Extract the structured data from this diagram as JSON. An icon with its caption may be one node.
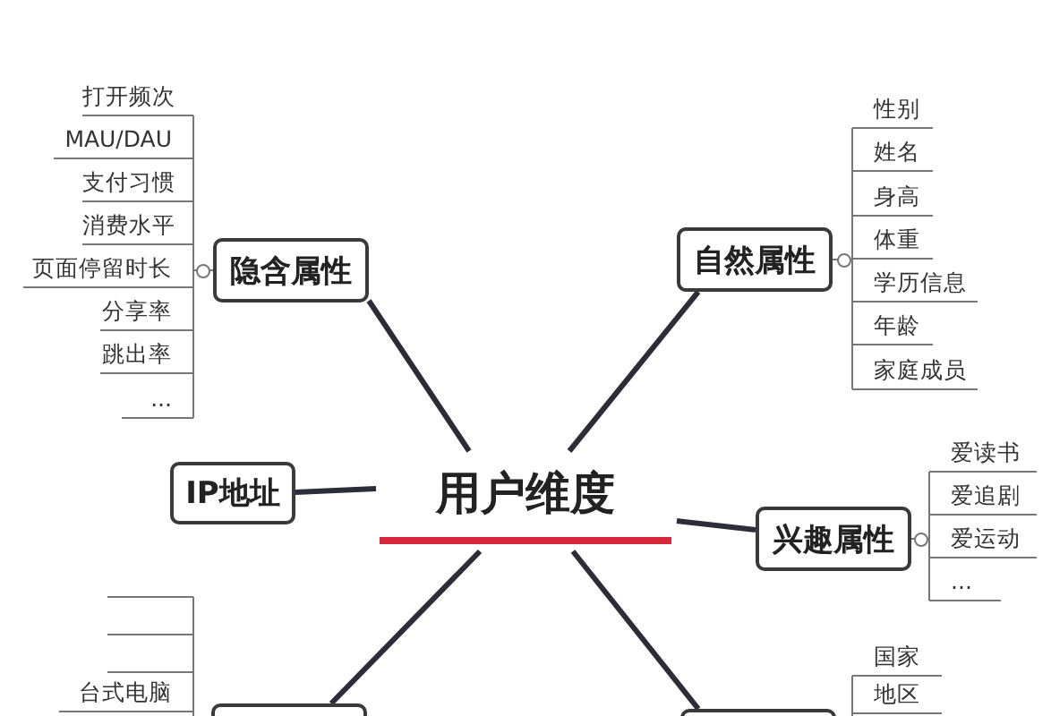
{
  "diagram": {
    "nodes": [
      {
        "text": [
          "用户维度"
        ]
      },
      {
        "text": [
          "隐含属性"
        ]
      },
      {
        "text": [
          "自然属性"
        ]
      },
      {
        "text": [
          "IP地址"
        ]
      },
      {
        "text": [
          "兴趣属性"
        ]
      },
      {
        "text": [],
        "shape": "box"
      },
      {
        "text": [],
        "shape": "box"
      },
      {
        "text": [
          "打开频次"
        ]
      },
      {
        "text": [
          "MAU/DAU"
        ]
      },
      {
        "text": [
          "支付习惯"
        ]
      },
      {
        "text": [
          "消费水平"
        ]
      },
      {
        "text": [
          "页面停留时长"
        ]
      },
      {
        "text": [
          "分享率"
        ]
      },
      {
        "text": [
          "跳出率"
        ]
      },
      {
        "text": [
          "..."
        ]
      },
      {
        "text": [
          "性别"
        ]
      },
      {
        "text": [
          "姓名"
        ]
      },
      {
        "text": [
          "身高"
        ]
      },
      {
        "text": [
          "体重"
        ]
      },
      {
        "text": [
          "学历信息"
        ]
      },
      {
        "text": [
          "年龄"
        ]
      },
      {
        "text": [
          "家庭成员"
        ]
      },
      {
        "text": [
          "爱读书"
        ]
      },
      {
        "text": [
          "爱追剧"
        ]
      },
      {
        "text": [
          "爱运动"
        ]
      },
      {
        "text": [
          "..."
        ]
      },
      {
        "text": [],
        "shape": "bar"
      },
      {
        "text": [],
        "shape": "bar"
      },
      {
        "text": [],
        "shape": "bar"
      },
      {
        "text": [
          "台式电脑"
        ]
      },
      {
        "text": [
          "国家"
        ]
      },
      {
        "text": [
          "地区"
        ]
      }
    ],
    "edges": [
      {
        "from": 0,
        "to": 1,
        "arrow": "none",
        "style": "thick",
        "color": "#2d2d3a"
      },
      {
        "from": 0,
        "to": 2,
        "arrow": "none",
        "style": "thick",
        "color": "#2d2d3a"
      },
      {
        "from": 0,
        "to": 3,
        "arrow": "none",
        "style": "thick",
        "color": "#2d2d3a"
      },
      {
        "from": 0,
        "to": 4,
        "arrow": "none",
        "style": "thick",
        "color": "#2d2d3a"
      },
      {
        "from": 0,
        "to": 5,
        "arrow": "none",
        "style": "thick",
        "color": "#2d2d3a"
      },
      {
        "from": 0,
        "to": 6,
        "arrow": "none",
        "style": "thick",
        "color": "#2d2d3a"
      },
      {
        "from": 1,
        "to": 7,
        "arrow": "other"
      },
      {
        "from": 1,
        "to": 8,
        "arrow": "other"
      },
      {
        "from": 1,
        "to": 9,
        "arrow": "other"
      },
      {
        "from": 1,
        "to": 10,
        "arrow": "other"
      },
      {
        "from": 1,
        "to": 11,
        "arrow": "other"
      },
      {
        "from": 1,
        "to": 12,
        "arrow": "other"
      },
      {
        "from": 1,
        "to": 13,
        "arrow": "other"
      },
      {
        "from": 1,
        "to": 14,
        "arrow": "other"
      },
      {
        "from": 2,
        "to": 15,
        "arrow": "other"
      },
      {
        "from": 2,
        "to": 16,
        "arrow": "other"
      },
      {
        "from": 2,
        "to": 17,
        "arrow": "other"
      },
      {
        "from": 2,
        "to": 18,
        "arrow": "other"
      },
      {
        "from": 2,
        "to": 19,
        "arrow": "other"
      },
      {
        "from": 2,
        "to": 20,
        "arrow": "other"
      },
      {
        "from": 2,
        "to": 21,
        "arrow": "other"
      },
      {
        "from": 4,
        "to": 22,
        "arrow": "other"
      },
      {
        "from": 4,
        "to": 23,
        "arrow": "other"
      },
      {
        "from": 4,
        "to": 24,
        "arrow": "other"
      },
      {
        "from": 4,
        "to": 25,
        "arrow": "other"
      },
      {
        "from": 5,
        "to": 26,
        "arrow": "none"
      },
      {
        "from": 5,
        "to": 27,
        "arrow": "none"
      },
      {
        "from": 5,
        "to": 28,
        "arrow": "none"
      },
      {
        "from": 5,
        "to": 29,
        "arrow": "none"
      },
      {
        "from": 6,
        "to": 30,
        "arrow": "none"
      },
      {
        "from": 6,
        "to": 31,
        "arrow": "none"
      }
    ]
  }
}
